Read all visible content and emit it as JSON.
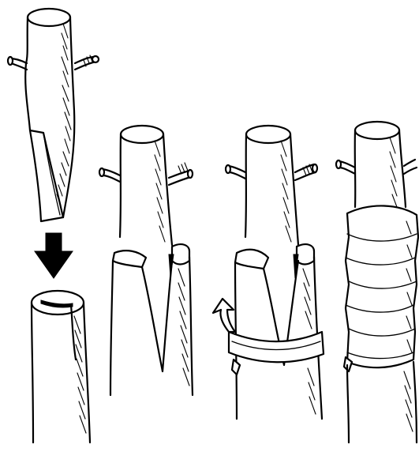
{
  "figure": {
    "background": "#ffffff",
    "ink_color": "#000000",
    "steps": [
      {
        "id": "scion-wedge-cut",
        "order": 1
      },
      {
        "id": "rootstock-split",
        "order": 2
      },
      {
        "id": "scion-inserted",
        "order": 3
      },
      {
        "id": "wrapping-started",
        "order": 4
      },
      {
        "id": "wrapping-complete",
        "order": 5
      }
    ],
    "arrow": {
      "direction": "down",
      "icon": "arrow-down-icon"
    }
  }
}
